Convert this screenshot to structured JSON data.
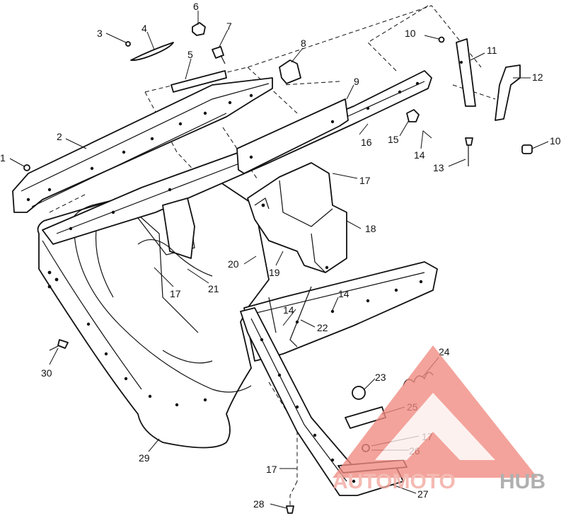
{
  "diagram": {
    "callouts": [
      {
        "id": "c1",
        "text": "1"
      },
      {
        "id": "c2",
        "text": "2"
      },
      {
        "id": "c3",
        "text": "3"
      },
      {
        "id": "c4",
        "text": "4"
      },
      {
        "id": "c5",
        "text": "5"
      },
      {
        "id": "c6",
        "text": "6"
      },
      {
        "id": "c7",
        "text": "7"
      },
      {
        "id": "c8",
        "text": "8"
      },
      {
        "id": "c9",
        "text": "9"
      },
      {
        "id": "c10a",
        "text": "10"
      },
      {
        "id": "c10b",
        "text": "10"
      },
      {
        "id": "c11",
        "text": "11"
      },
      {
        "id": "c12",
        "text": "12"
      },
      {
        "id": "c13",
        "text": "13"
      },
      {
        "id": "c14a",
        "text": "14"
      },
      {
        "id": "c14b",
        "text": "14"
      },
      {
        "id": "c14c",
        "text": "14"
      },
      {
        "id": "c15",
        "text": "15"
      },
      {
        "id": "c16",
        "text": "16"
      },
      {
        "id": "c17a",
        "text": "17"
      },
      {
        "id": "c17b",
        "text": "17"
      },
      {
        "id": "c17c",
        "text": "17"
      },
      {
        "id": "c17d",
        "text": "17"
      },
      {
        "id": "c18",
        "text": "18"
      },
      {
        "id": "c19",
        "text": "19"
      },
      {
        "id": "c20",
        "text": "20"
      },
      {
        "id": "c21",
        "text": "21"
      },
      {
        "id": "c22",
        "text": "22"
      },
      {
        "id": "c23",
        "text": "23"
      },
      {
        "id": "c24",
        "text": "24"
      },
      {
        "id": "c25",
        "text": "25"
      },
      {
        "id": "c26",
        "text": "26"
      },
      {
        "id": "c27",
        "text": "27"
      },
      {
        "id": "c28",
        "text": "28"
      },
      {
        "id": "c29",
        "text": "29"
      },
      {
        "id": "c30",
        "text": "30"
      }
    ]
  },
  "watermark": {
    "word_a": "AUTOMOTO",
    "word_b": "HUB",
    "color_a": "#f2a79e",
    "color_b": "#9a9a9a",
    "triangle_color": "#f08a80"
  }
}
